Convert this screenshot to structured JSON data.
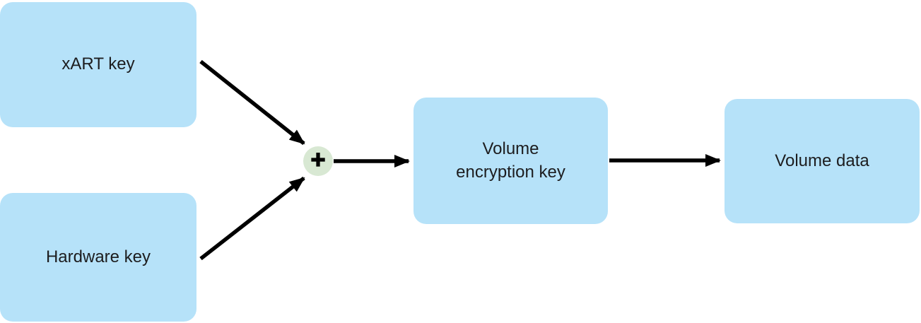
{
  "diagram": {
    "nodes": {
      "xart_key": {
        "label": "xART key"
      },
      "hardware_key": {
        "label": "Hardware key"
      },
      "volume_encryption_key": {
        "label": "Volume encryption key",
        "lines": [
          "Volume",
          "encryption key"
        ]
      },
      "volume_data": {
        "label": "Volume data"
      }
    },
    "operator": {
      "symbol": "+",
      "meaning": "combine keys"
    },
    "edges": [
      {
        "from": "xart_key",
        "to": "operator"
      },
      {
        "from": "hardware_key",
        "to": "operator"
      },
      {
        "from": "operator",
        "to": "volume_encryption_key"
      },
      {
        "from": "volume_encryption_key",
        "to": "volume_data"
      }
    ],
    "colors": {
      "node_fill": "#b6e2f9",
      "operator_fill": "#d8e8d3",
      "arrow": "#000000",
      "text": "#1d1d1f",
      "background": "#ffffff"
    }
  }
}
